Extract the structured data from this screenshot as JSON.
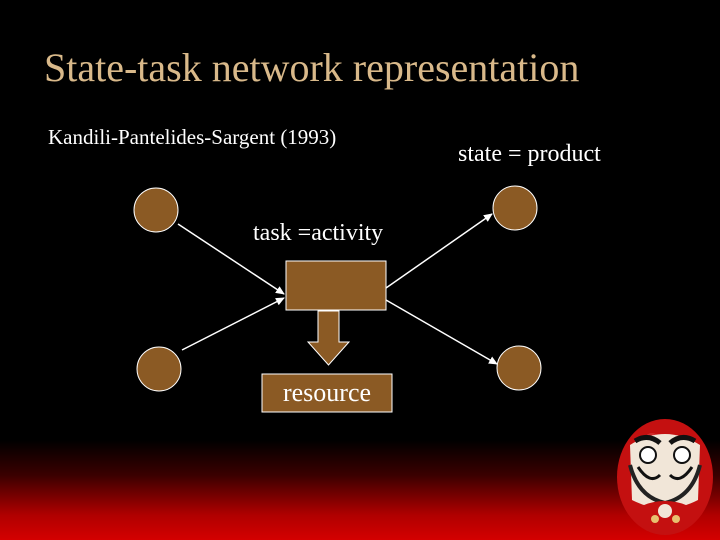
{
  "slide": {
    "title": "State-task network representation",
    "subtitle": "Kandili-Pantelides-Sargent (1993)",
    "state_note": "state = product",
    "task_note": "task =activity"
  },
  "diagram": {
    "resource_label": "resource",
    "node_fill": "#8b5a24",
    "edge_color": "#ffffff"
  },
  "decoration": {
    "figure": "daruma-doll",
    "accent": "#d40000"
  }
}
